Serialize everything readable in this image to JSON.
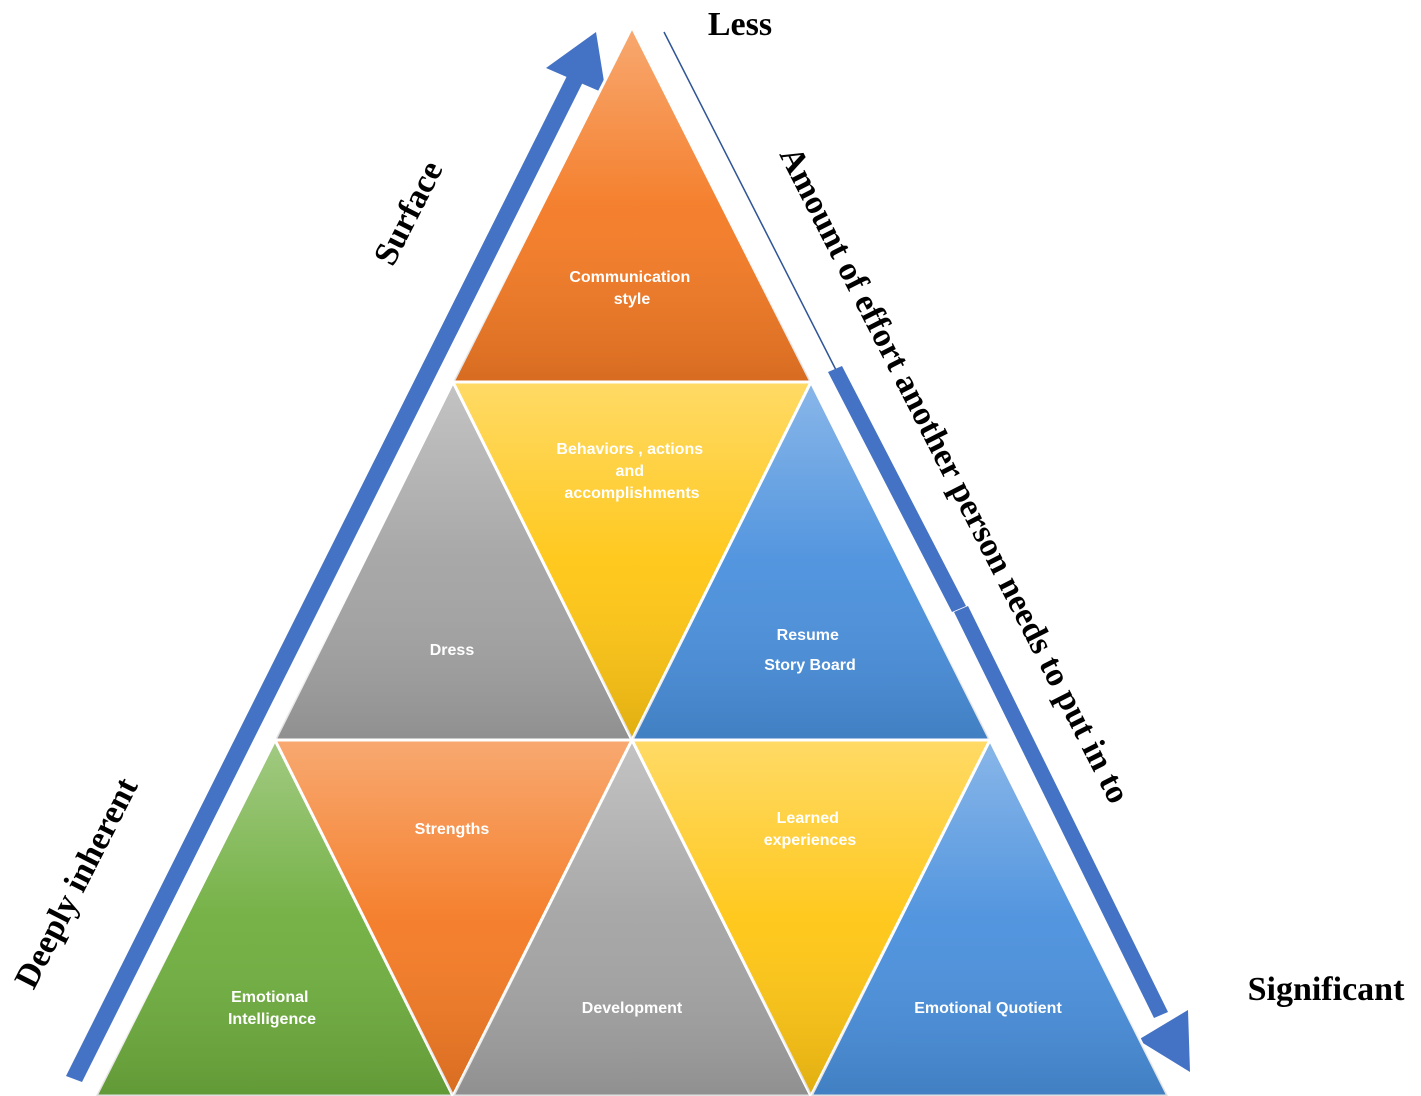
{
  "labels": {
    "less": "Less",
    "significant": "Significant",
    "surface": "Surface",
    "deeply_inherent": "Deeply inherent",
    "effort": "Amount of effort another person needs to put in to"
  },
  "triangles": [
    {
      "id": "communication-style",
      "lines": [
        "Communication",
        "style"
      ],
      "color": "#F47A24"
    },
    {
      "id": "dress",
      "lines": [
        "Dress"
      ],
      "color": "#A3A3A3"
    },
    {
      "id": "behaviors",
      "lines": [
        "Behaviors , actions",
        "and",
        "accomplishments"
      ],
      "color": "#FFC613"
    },
    {
      "id": "resume",
      "lines": [
        "Resume",
        "Story Board"
      ],
      "color": "#4A90DD"
    },
    {
      "id": "emotional-intelligence",
      "lines": [
        "Emotional",
        "Intelligence"
      ],
      "color": "#6FAE3E"
    },
    {
      "id": "strengths",
      "lines": [
        "Strengths"
      ],
      "color": "#F47A24"
    },
    {
      "id": "development",
      "lines": [
        "Development"
      ],
      "color": "#A3A3A3"
    },
    {
      "id": "learned-experiences",
      "lines": [
        "Learned",
        "experiences"
      ],
      "color": "#FFC613"
    },
    {
      "id": "emotional-quotient",
      "lines": [
        "Emotional Quotient"
      ],
      "color": "#4A90DD"
    }
  ],
  "colors": {
    "arrow": "#4472C4",
    "thin_line": "#2F5597"
  }
}
